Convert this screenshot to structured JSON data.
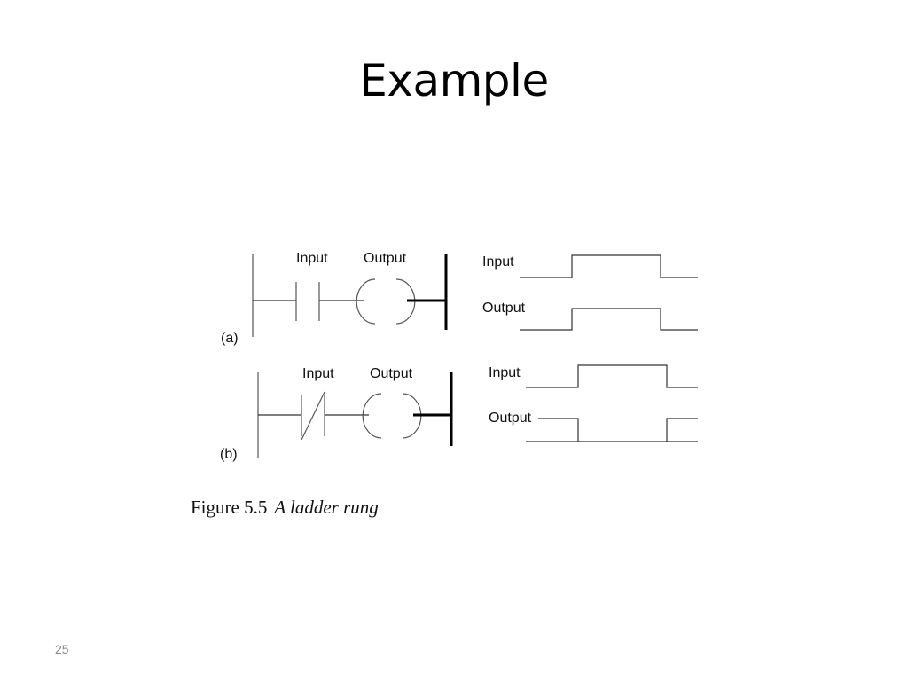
{
  "slide": {
    "title": "Example",
    "page_number": "25"
  },
  "figure": {
    "rung_a": {
      "tag": "(a)",
      "contact_label": "Input",
      "coil_label": "Output"
    },
    "rung_b": {
      "tag": "(b)",
      "contact_label": "Input",
      "coil_label": "Output"
    },
    "timing_a": {
      "input_label": "Input",
      "output_label": "Output"
    },
    "timing_b": {
      "input_label": "Input",
      "output_label": "Output"
    },
    "caption_number": "Figure 5.5",
    "caption_text": "A ladder rung"
  }
}
